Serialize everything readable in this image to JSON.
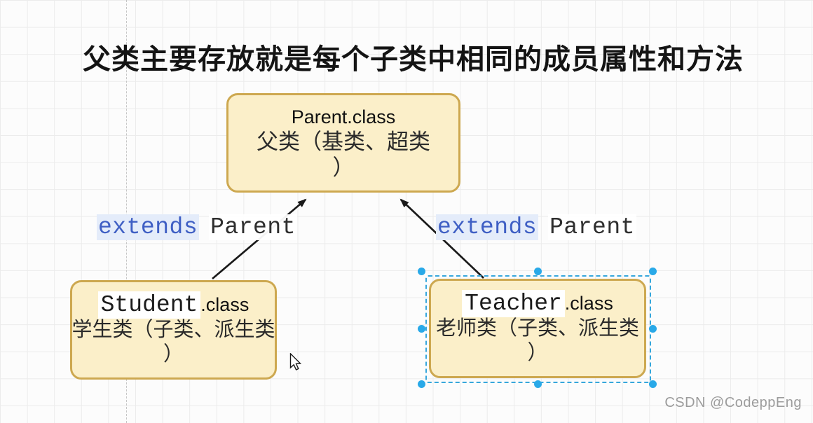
{
  "title": "父类主要存放就是每个子类中相同的成员属性和方法",
  "diagram": {
    "parent_node": {
      "title": "Parent.class",
      "subtitle_line1": "父类（基类、超类",
      "subtitle_line2": "）"
    },
    "student_node": {
      "name": "Student",
      "suffix": ".class",
      "subtitle_line1": "学生类（子类、派生类",
      "subtitle_line2": "）"
    },
    "teacher_node": {
      "name": "Teacher",
      "suffix": ".class",
      "subtitle_line1": "老师类（子类、派生类",
      "subtitle_line2": "）"
    },
    "edge_labels": {
      "left": {
        "keyword": "extends",
        "target": "Parent"
      },
      "right": {
        "keyword": "extends",
        "target": "Parent"
      }
    }
  },
  "watermark": "CSDN @CodeppEng",
  "colors": {
    "node_fill": "#FBEFC9",
    "node_border": "#CDA850",
    "selection_blue": "#29A9E8",
    "keyword_blue": "#3F5FC4",
    "arrow_black": "#1A1A1A",
    "grid_line": "#ECECEC"
  }
}
